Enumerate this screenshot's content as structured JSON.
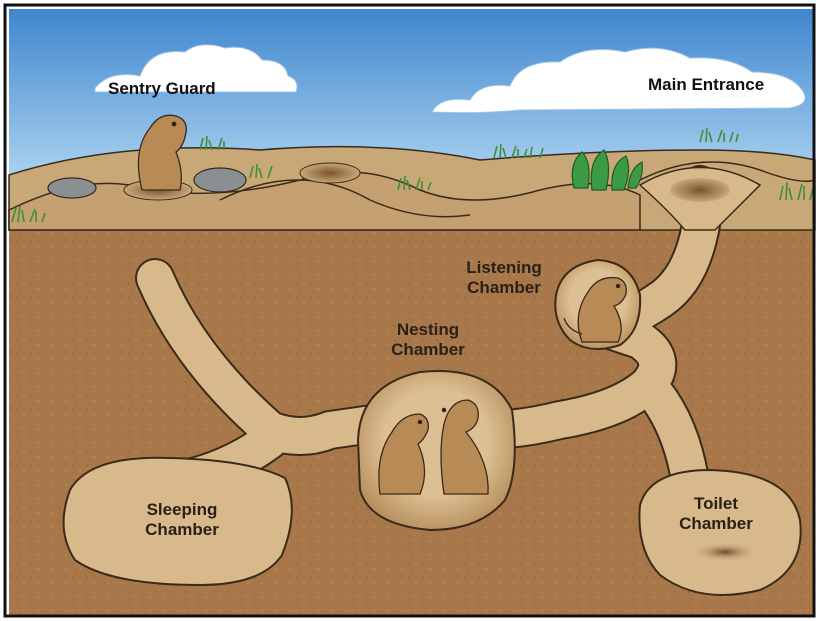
{
  "labels": {
    "sentry_guard": "Sentry Guard",
    "main_entrance": "Main Entrance",
    "listening_chamber": [
      "Listening",
      "Chamber"
    ],
    "nesting_chamber": [
      "Nesting",
      "Chamber"
    ],
    "sleeping_chamber": [
      "Sleeping",
      "Chamber"
    ],
    "toilet_chamber": [
      "Toilet",
      "Chamber"
    ]
  },
  "colors": {
    "sky_top": "#3f86cf",
    "sky_bottom": "#bfe0f6",
    "hills": "#c9a878",
    "soil": "#a8784a",
    "tunnel": "#d8b98c",
    "outline": "#3a2a1a",
    "prairie_dog": "#b88a55",
    "grass": "#3f8f3a"
  }
}
